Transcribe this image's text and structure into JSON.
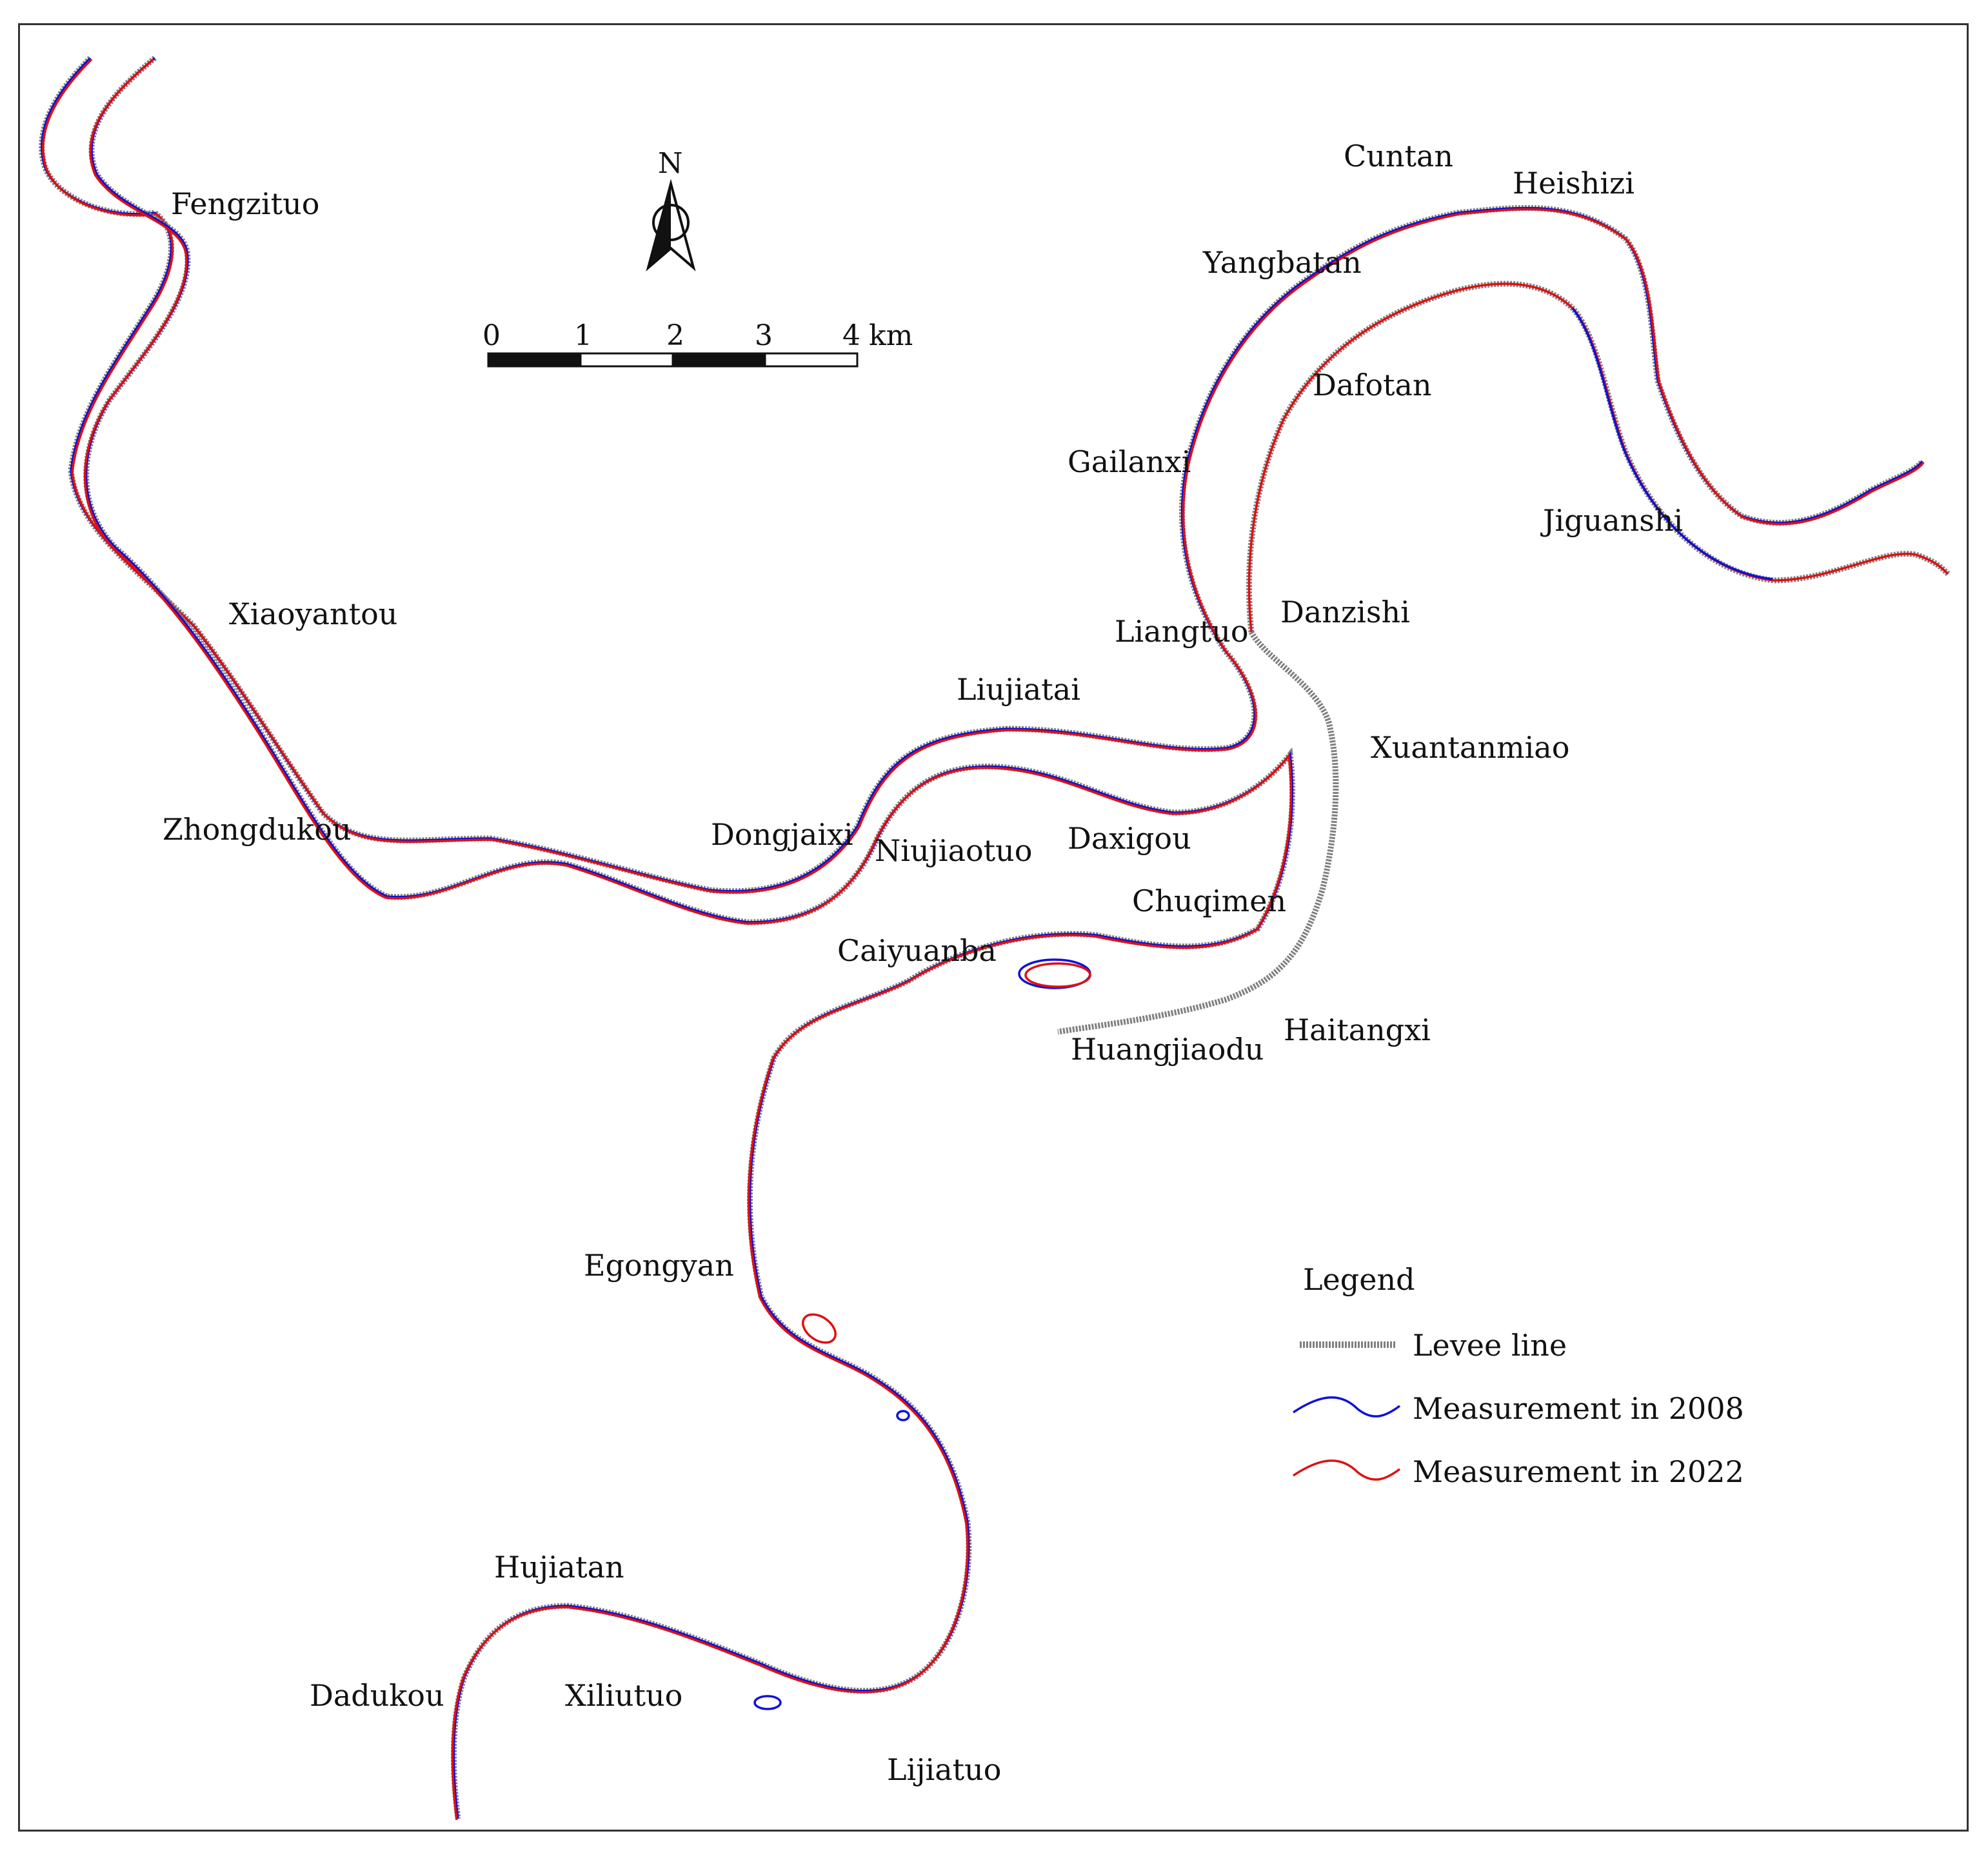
{
  "map": {
    "north_arrow": {
      "label": "N"
    },
    "scale_bar": {
      "ticks": [
        "0",
        "1",
        "2",
        "3",
        "4"
      ],
      "unit": "km"
    },
    "legend": {
      "title": "Legend",
      "items": [
        {
          "label": "Levee line",
          "style": "levee",
          "color": "#808080"
        },
        {
          "label": "Measurement in 2008",
          "style": "line",
          "color": "#1010d8"
        },
        {
          "label": "Measurement in 2022",
          "style": "line",
          "color": "#e01010"
        }
      ]
    },
    "places": {
      "fengzituo": "Fengzituo",
      "xiaoyantou": "Xiaoyantou",
      "zhongdukou": "Zhongdukou",
      "dongjaixi": "Dongjaixi",
      "niujiaotuo": "Niujiaotuo",
      "liujiatai": "Liujiatai",
      "daxigou": "Daxigou",
      "liangtuo": "Liangtuo",
      "danzishi": "Danzishi",
      "xuantanmiao": "Xuantanmiao",
      "chuqimen": "Chuqimen",
      "caiyuanba": "Caiyuanba",
      "haitangxi": "Haitangxi",
      "huangjiaodu": "Huangjiaodu",
      "gailanxi": "Gailanxi",
      "dafotan": "Dafotan",
      "yangbatan": "Yangbatan",
      "cuntan": "Cuntan",
      "heishizi": "Heishizi",
      "jiguanshi": "Jiguanshi",
      "egongyan": "Egongyan",
      "hujiatan": "Hujiatan",
      "dadukou": "Dadukou",
      "xiliutuo": "Xiliutuo",
      "lijiatuo": "Lijiatuo"
    }
  }
}
